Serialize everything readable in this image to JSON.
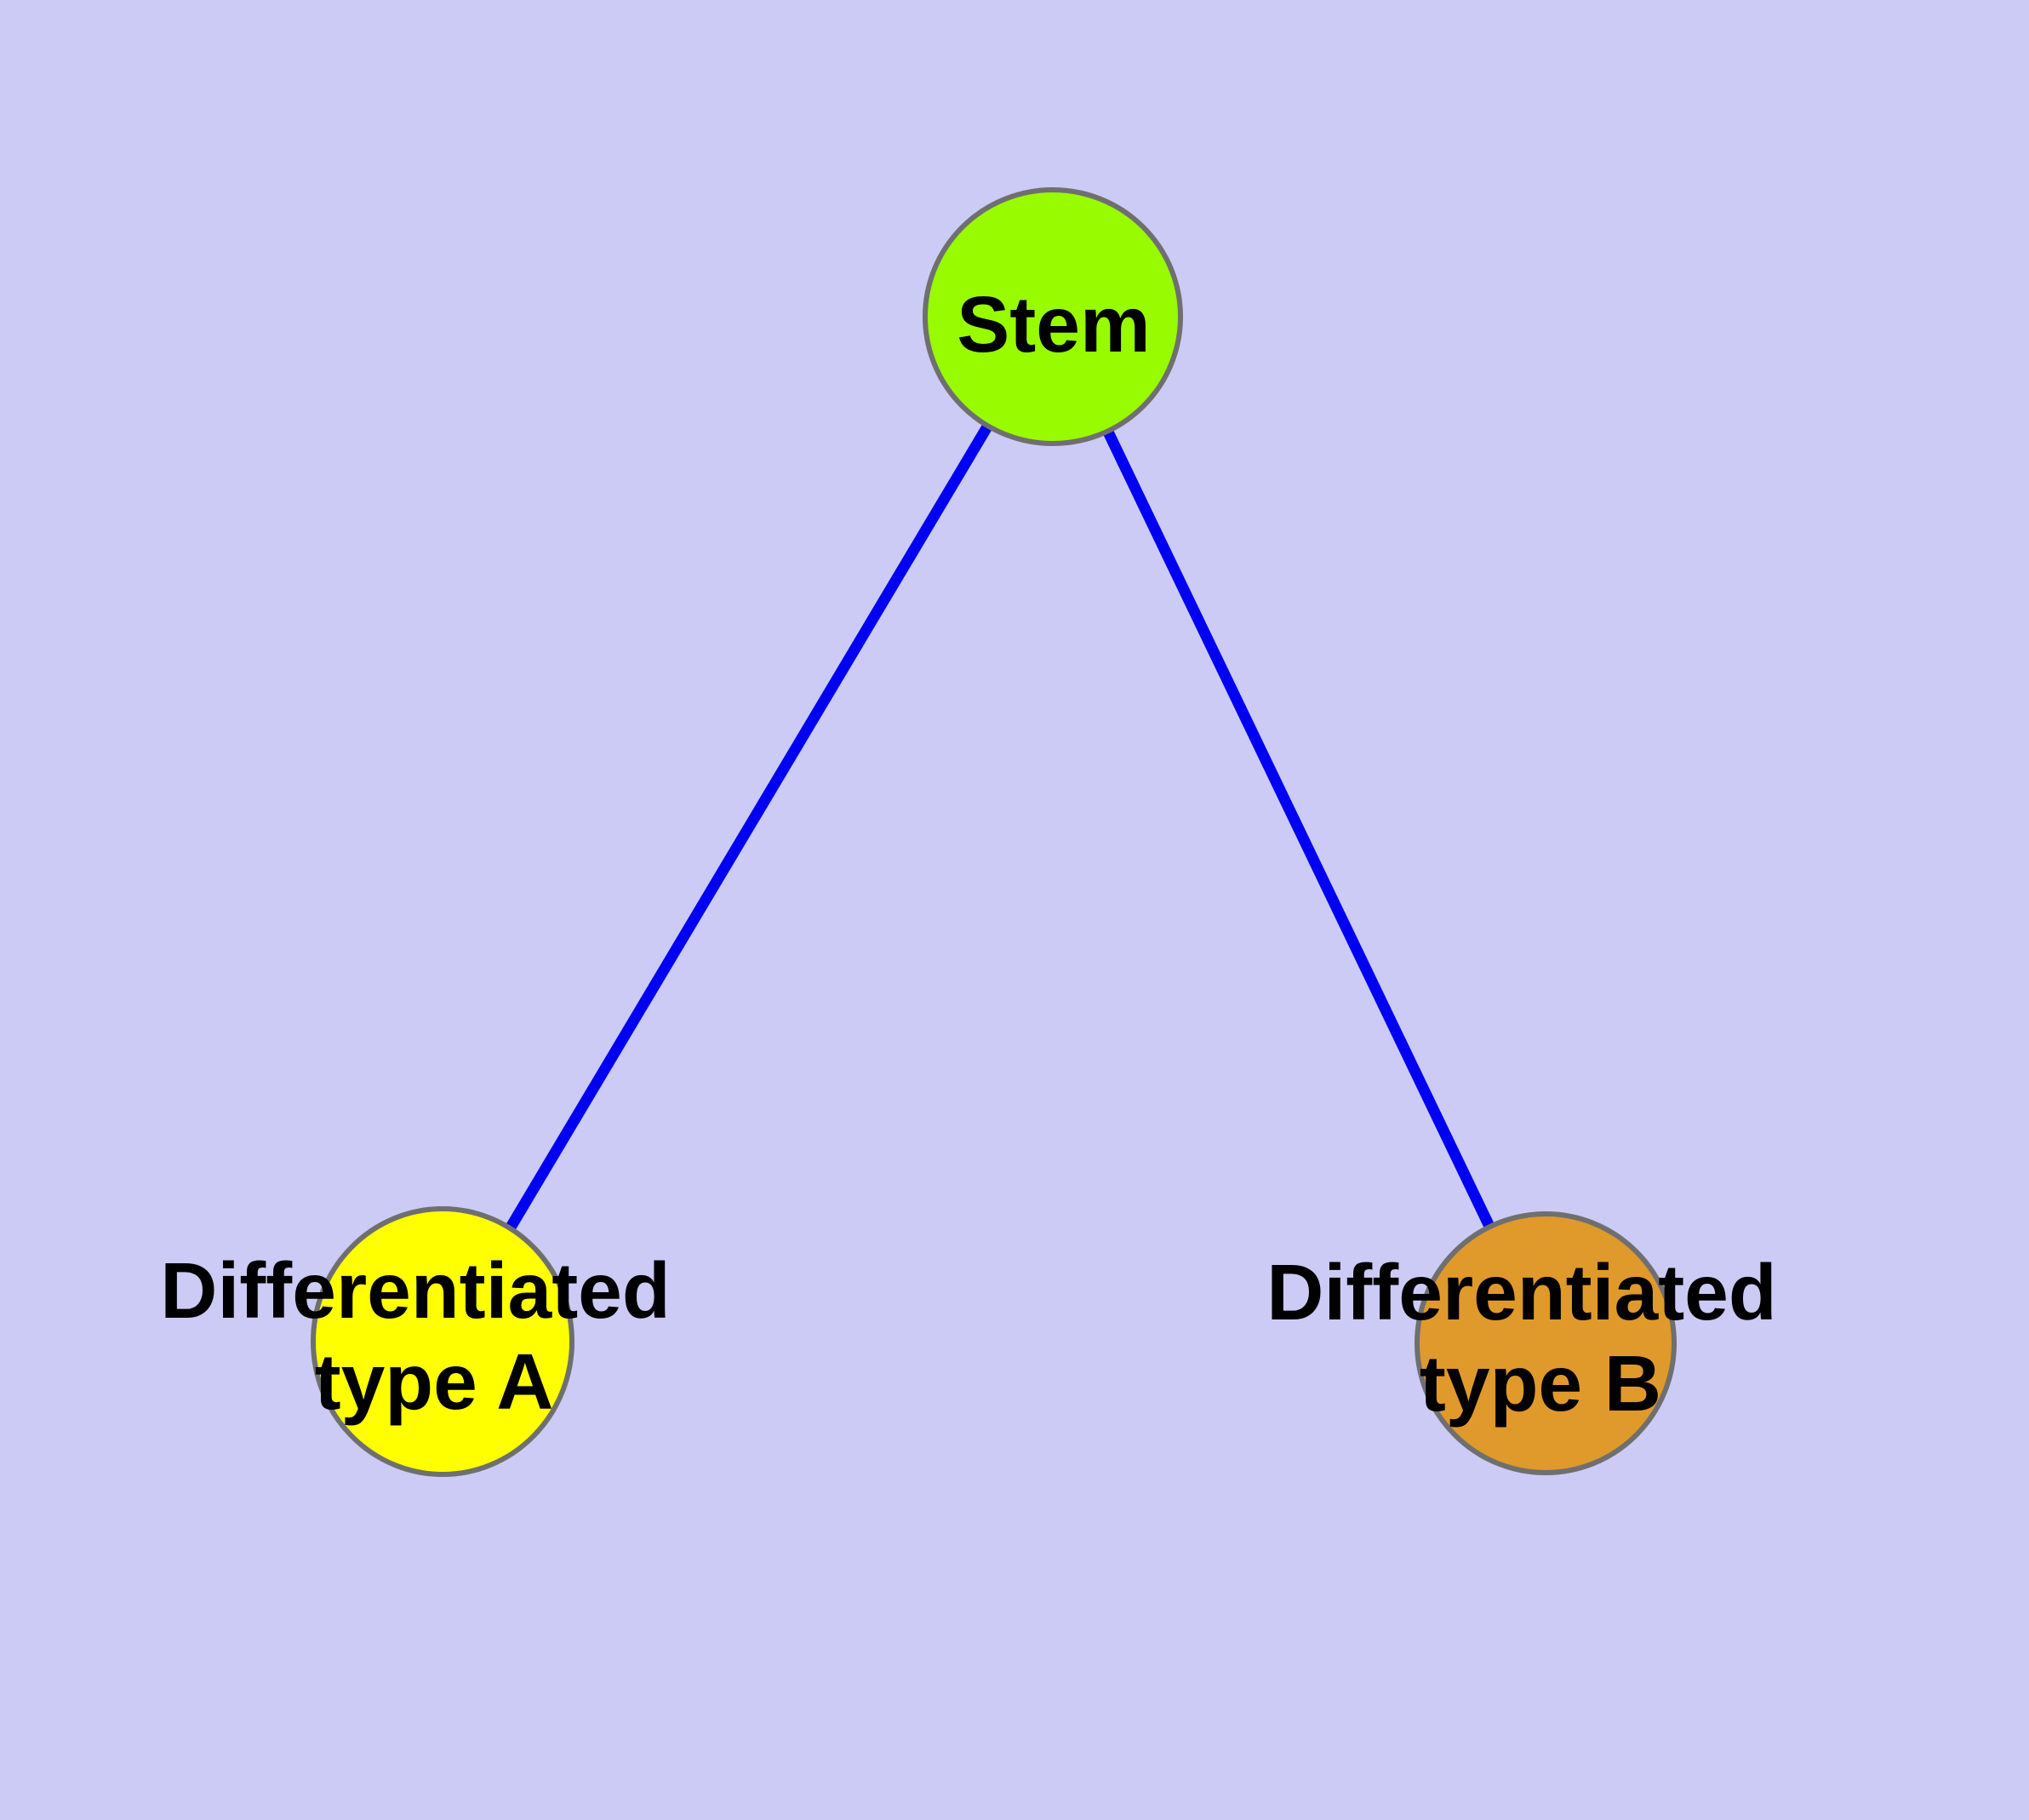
{
  "canvas": {
    "background_color": "#cbcbf5",
    "node_border_color": "#6f6f6f",
    "edge_color": "#0000f2",
    "label_color": "#000000"
  },
  "nodes": {
    "stem": {
      "label": "Stem",
      "fill_color": "#98fb00"
    },
    "type_a": {
      "label": "Differentiated type A",
      "label_lines": [
        "Differentiated",
        "type A"
      ],
      "fill_color": "#ffff00"
    },
    "type_b": {
      "label": "Differentiated type B",
      "label_lines": [
        "Differentiated",
        "type B"
      ],
      "fill_color": "#e0992b"
    }
  },
  "edges": [
    {
      "from": "Stem",
      "to": "Differentiated type A"
    },
    {
      "from": "Stem",
      "to": "Differentiated type B"
    }
  ]
}
